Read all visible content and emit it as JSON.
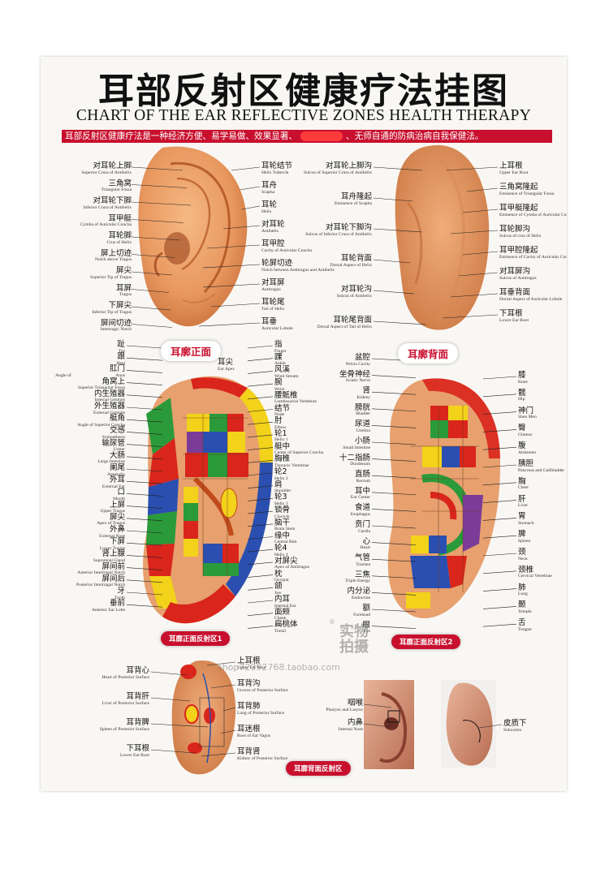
{
  "title_cn": "耳部反射区健康疗法挂图",
  "title_en": "CHART OF THE EAR REFLECTIVE ZONES HEALTH THERAPY",
  "banner": {
    "part1": "耳部反射区健康疗法是一种经济方便、易学易做、效果显著、",
    "part2": "、无师自通的防病治病自我保健法。"
  },
  "captions": {
    "front": "耳廓正面",
    "back": "耳廓背面",
    "front_zone1": "耳廓正面反射区1",
    "front_zone2": "耳廓正面反射区2",
    "back_zone": "耳廓背面反射区"
  },
  "watermark": {
    "text1": "实物",
    "text2": "拍摄",
    "url": "shop72392768.taobao.com",
    "mark": "®"
  },
  "labels_top_left": [
    {
      "cn": "对耳轮上脚",
      "en": "Superior Crura of Antihelix"
    },
    {
      "cn": "三角窝",
      "en": "Triangular Fossa"
    },
    {
      "cn": "对耳轮下脚",
      "en": "Inferior Crura of Antihelix"
    },
    {
      "cn": "耳甲艇",
      "en": "Cymba of Auricular Concha"
    },
    {
      "cn": "耳轮脚",
      "en": "Crus of Helix"
    },
    {
      "cn": "屏上切迹",
      "en": "Notch above Tragus"
    },
    {
      "cn": "屏尖",
      "en": "Superior Tip of Tragus"
    },
    {
      "cn": "耳屏",
      "en": "Tragus"
    },
    {
      "cn": "下屏尖",
      "en": "Inferior Tip of Tragus"
    },
    {
      "cn": "屏间切迹",
      "en": "Intertragic Notch"
    }
  ],
  "labels_top_mid": [
    {
      "cn": "耳轮结节",
      "en": "Helix Tubercle"
    },
    {
      "cn": "耳舟",
      "en": "Scapha"
    },
    {
      "cn": "耳轮",
      "en": "Helix"
    },
    {
      "cn": "对耳轮",
      "en": "Antihelix"
    },
    {
      "cn": "耳甲腔",
      "en": "Cavity of Auricular Concha"
    },
    {
      "cn": "轮屏切迹",
      "en": "Notch between Antitragus and Antihelix"
    },
    {
      "cn": "对耳屏",
      "en": "Antitragus"
    },
    {
      "cn": "耳轮尾",
      "en": "Tail of Helix"
    },
    {
      "cn": "耳垂",
      "en": "Auricular Lobule"
    }
  ],
  "labels_top_backleft": [
    {
      "cn": "对耳轮上脚沟",
      "en": "Sulcus of Superior Crura of Antihelix"
    },
    {
      "cn": "耳舟隆起",
      "en": "Eminence of Scapha"
    },
    {
      "cn": "对耳轮下脚沟",
      "en": "Sulcus of Inferior Crura of Antihelix"
    },
    {
      "cn": "耳轮背面",
      "en": "Dorsal Aspect of Helix"
    },
    {
      "cn": "对耳轮沟",
      "en": "Sulcus of Antihelix"
    },
    {
      "cn": "耳轮尾背面",
      "en": "Dorsal Aspect of Tail of Helix"
    }
  ],
  "labels_top_right": [
    {
      "cn": "上耳根",
      "en": "Upper Ear Root"
    },
    {
      "cn": "三角窝隆起",
      "en": "Eminence of Triangular Fossa"
    },
    {
      "cn": "耳甲艇隆起",
      "en": "Eminence of Cymba of Auricular Concha"
    },
    {
      "cn": "耳轮脚沟",
      "en": "Sulcus of crus of Helix"
    },
    {
      "cn": "耳甲腔隆起",
      "en": "Eminence of Cavity of Auricular Concha"
    },
    {
      "cn": "对耳屏沟",
      "en": "Sulcus of Antitragus"
    },
    {
      "cn": "耳垂背面",
      "en": "Dorsal Aspect of Auricular Lobule"
    },
    {
      "cn": "下耳根",
      "en": "Lower Ear Root"
    }
  ],
  "labels_z1_left": [
    {
      "cn": "趾",
      "en": "Toe"
    },
    {
      "cn": "跟",
      "en": "Heel"
    },
    {
      "cn": "肛门",
      "en": "Anus"
    },
    {
      "cn": "角窝上",
      "en": "Superior Triangular Fossa"
    },
    {
      "cn": "内生殖器",
      "en": "Internal Genitals"
    },
    {
      "cn": "外生殖器",
      "en": "External Genitals"
    },
    {
      "cn": "艇角",
      "en": "Angle of Superior Concha"
    },
    {
      "cn": "交感",
      "en": "Sympathesis"
    },
    {
      "cn": "输尿管",
      "en": "Ureter"
    },
    {
      "cn": "大肠",
      "en": "Large Intestine"
    },
    {
      "cn": "阑尾",
      "en": "Appendix"
    },
    {
      "cn": "外耳",
      "en": "External Ear"
    },
    {
      "cn": "口",
      "en": "Mouth"
    },
    {
      "cn": "上屏",
      "en": "Upper Tragus"
    },
    {
      "cn": "屏尖",
      "en": "Apex of Tragus"
    },
    {
      "cn": "外鼻",
      "en": "External Nose"
    },
    {
      "cn": "下屏",
      "en": "Lower Tragus"
    },
    {
      "cn": "肾上腺",
      "en": "Suprarenal Gland"
    },
    {
      "cn": "屏间前",
      "en": "Anterior Intertragal Notch"
    },
    {
      "cn": "屏间后",
      "en": "Posterior Intertragal Notch"
    },
    {
      "cn": "牙",
      "en": "Tooth"
    },
    {
      "cn": "垂前",
      "en": "Anterior Ear Lobe"
    }
  ],
  "label_z1_angle": {
    "cn": "",
    "en": "Angle of"
  },
  "label_z1_earapex": {
    "cn": "耳尖",
    "en": "Ear Apex"
  },
  "labels_z1_right": [
    {
      "cn": "指",
      "en": "Finger"
    },
    {
      "cn": "踝",
      "en": "Ankle"
    },
    {
      "cn": "风溪",
      "en": "Wind Stream"
    },
    {
      "cn": "腕",
      "en": "Wrist"
    },
    {
      "cn": "腰骶椎",
      "en": "Lumbosacral Vertebrae"
    },
    {
      "cn": "结节",
      "en": "Node"
    },
    {
      "cn": "肘",
      "en": "Elbow"
    },
    {
      "cn": "轮1",
      "en": "Helix 1"
    },
    {
      "cn": "艇中",
      "en": "Center of Superior Concha"
    },
    {
      "cn": "胸椎",
      "en": "Thoracic Vertebrae"
    },
    {
      "cn": "轮2",
      "en": "Helix 2"
    },
    {
      "cn": "肩",
      "en": "Shoulder"
    },
    {
      "cn": "轮3",
      "en": "Helix 3"
    },
    {
      "cn": "锁骨",
      "en": "Clavicle"
    },
    {
      "cn": "脑干",
      "en": "Brain Stem"
    },
    {
      "cn": "缘中",
      "en": "Central Rim"
    },
    {
      "cn": "轮4",
      "en": "Helix 4"
    },
    {
      "cn": "对屏尖",
      "en": "Apex of Antitragus"
    },
    {
      "cn": "枕",
      "en": "Occiput"
    },
    {
      "cn": "颌",
      "en": "Jaw"
    },
    {
      "cn": "内耳",
      "en": "Internal Ear"
    },
    {
      "cn": "面颊",
      "en": "Cheek"
    },
    {
      "cn": "扁桃体",
      "en": "Tonsil"
    }
  ],
  "labels_z2_left": [
    {
      "cn": "盆腔",
      "en": "Pelvis Cavity"
    },
    {
      "cn": "坐骨神经",
      "en": "Sciatic Nerve"
    },
    {
      "cn": "肾",
      "en": "Kidney"
    },
    {
      "cn": "膀胱",
      "en": "Bladder"
    },
    {
      "cn": "尿道",
      "en": "Urethra"
    },
    {
      "cn": "小肠",
      "en": "Small Intestine"
    },
    {
      "cn": "十二指肠",
      "en": "Duodenum"
    },
    {
      "cn": "直肠",
      "en": "Rectum"
    },
    {
      "cn": "耳中",
      "en": "Ear Center"
    },
    {
      "cn": "食道",
      "en": "Esophagus"
    },
    {
      "cn": "贲门",
      "en": "Cardia"
    },
    {
      "cn": "心",
      "en": "Heart"
    },
    {
      "cn": "气管",
      "en": "Trachea"
    },
    {
      "cn": "三焦",
      "en": "Triple Energy"
    },
    {
      "cn": "内分泌",
      "en": "Endocrine"
    },
    {
      "cn": "额",
      "en": "Forehead"
    },
    {
      "cn": "眼",
      "en": "Eye"
    }
  ],
  "labels_z2_right": [
    {
      "cn": "膝",
      "en": "Knee"
    },
    {
      "cn": "髋",
      "en": "Hip"
    },
    {
      "cn": "神门",
      "en": "Shen Men"
    },
    {
      "cn": "臀",
      "en": "Gluteus"
    },
    {
      "cn": "腹",
      "en": "Abdomen"
    },
    {
      "cn": "胰胆",
      "en": "Pancreas and Gallbladder"
    },
    {
      "cn": "胸",
      "en": "Chest"
    },
    {
      "cn": "肝",
      "en": "Liver"
    },
    {
      "cn": "胃",
      "en": "Stomach"
    },
    {
      "cn": "脾",
      "en": "Spleen"
    },
    {
      "cn": "颈",
      "en": "Neck"
    },
    {
      "cn": "颈椎",
      "en": "Cervical Vertebrae"
    },
    {
      "cn": "肺",
      "en": "Lung"
    },
    {
      "cn": "颞",
      "en": "Temple"
    },
    {
      "cn": "舌",
      "en": "Tongue"
    }
  ],
  "labels_bottom_left": [
    {
      "cn": "耳背心",
      "en": "Heart of Posterior Surface"
    },
    {
      "cn": "耳背肝",
      "en": "Liver of Posterior Surface"
    },
    {
      "cn": "耳背脾",
      "en": "Spleen of Posterior Surface"
    },
    {
      "cn": "下耳根",
      "en": "Lower Ear Root"
    }
  ],
  "labels_bottom_mid": [
    {
      "cn": "上耳根",
      "en": "Upper Ear Root"
    },
    {
      "cn": "耳背沟",
      "en": "Groove of Posterior Surface"
    },
    {
      "cn": "耳背肺",
      "en": "Lung of Posterior Surface"
    },
    {
      "cn": "耳迷根",
      "en": "Root of Ear Vagus"
    },
    {
      "cn": "耳背肾",
      "en": "Kidney of Posterior Surface"
    }
  ],
  "labels_bottom_photo1": [
    {
      "cn": "咽喉",
      "en": "Pharynx and Larynx"
    },
    {
      "cn": "内鼻",
      "en": "Internal Nose"
    }
  ],
  "labels_bottom_photo2": [
    {
      "cn": "皮质下",
      "en": "Subcortex"
    }
  ],
  "colors": {
    "banner_red": "#c8102e",
    "skin": "#eaa06b",
    "skin_dark": "#c9703c",
    "zone_red": "#d9251c",
    "zone_yellow": "#f2d21a",
    "zone_green": "#2b9a3a",
    "zone_blue": "#2a4fb0",
    "zone_purple": "#7b3c98"
  }
}
